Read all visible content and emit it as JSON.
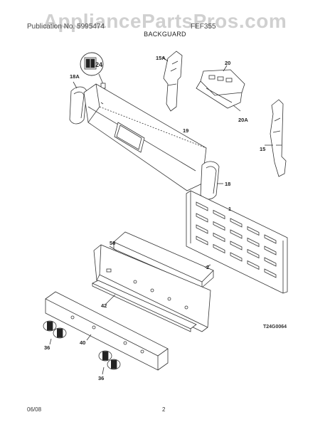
{
  "header": {
    "watermark": "AppliancePartsPros.com",
    "publication": "Publication No. 5995474",
    "model_text": "FEF355",
    "section_title": "BACKGUARD"
  },
  "callouts": {
    "c15": "15",
    "c15a": "15A",
    "c18": "18",
    "c18a": "18A",
    "c19": "19",
    "c20": "20",
    "c20a": "20A",
    "c24": "24",
    "c1": "1",
    "c2": "2",
    "c36a": "36",
    "c36b": "36",
    "c40": "40",
    "c42": "42",
    "c56": "56"
  },
  "figure_id": "T24G0064",
  "footer": {
    "date": "06/08",
    "page": "2"
  }
}
